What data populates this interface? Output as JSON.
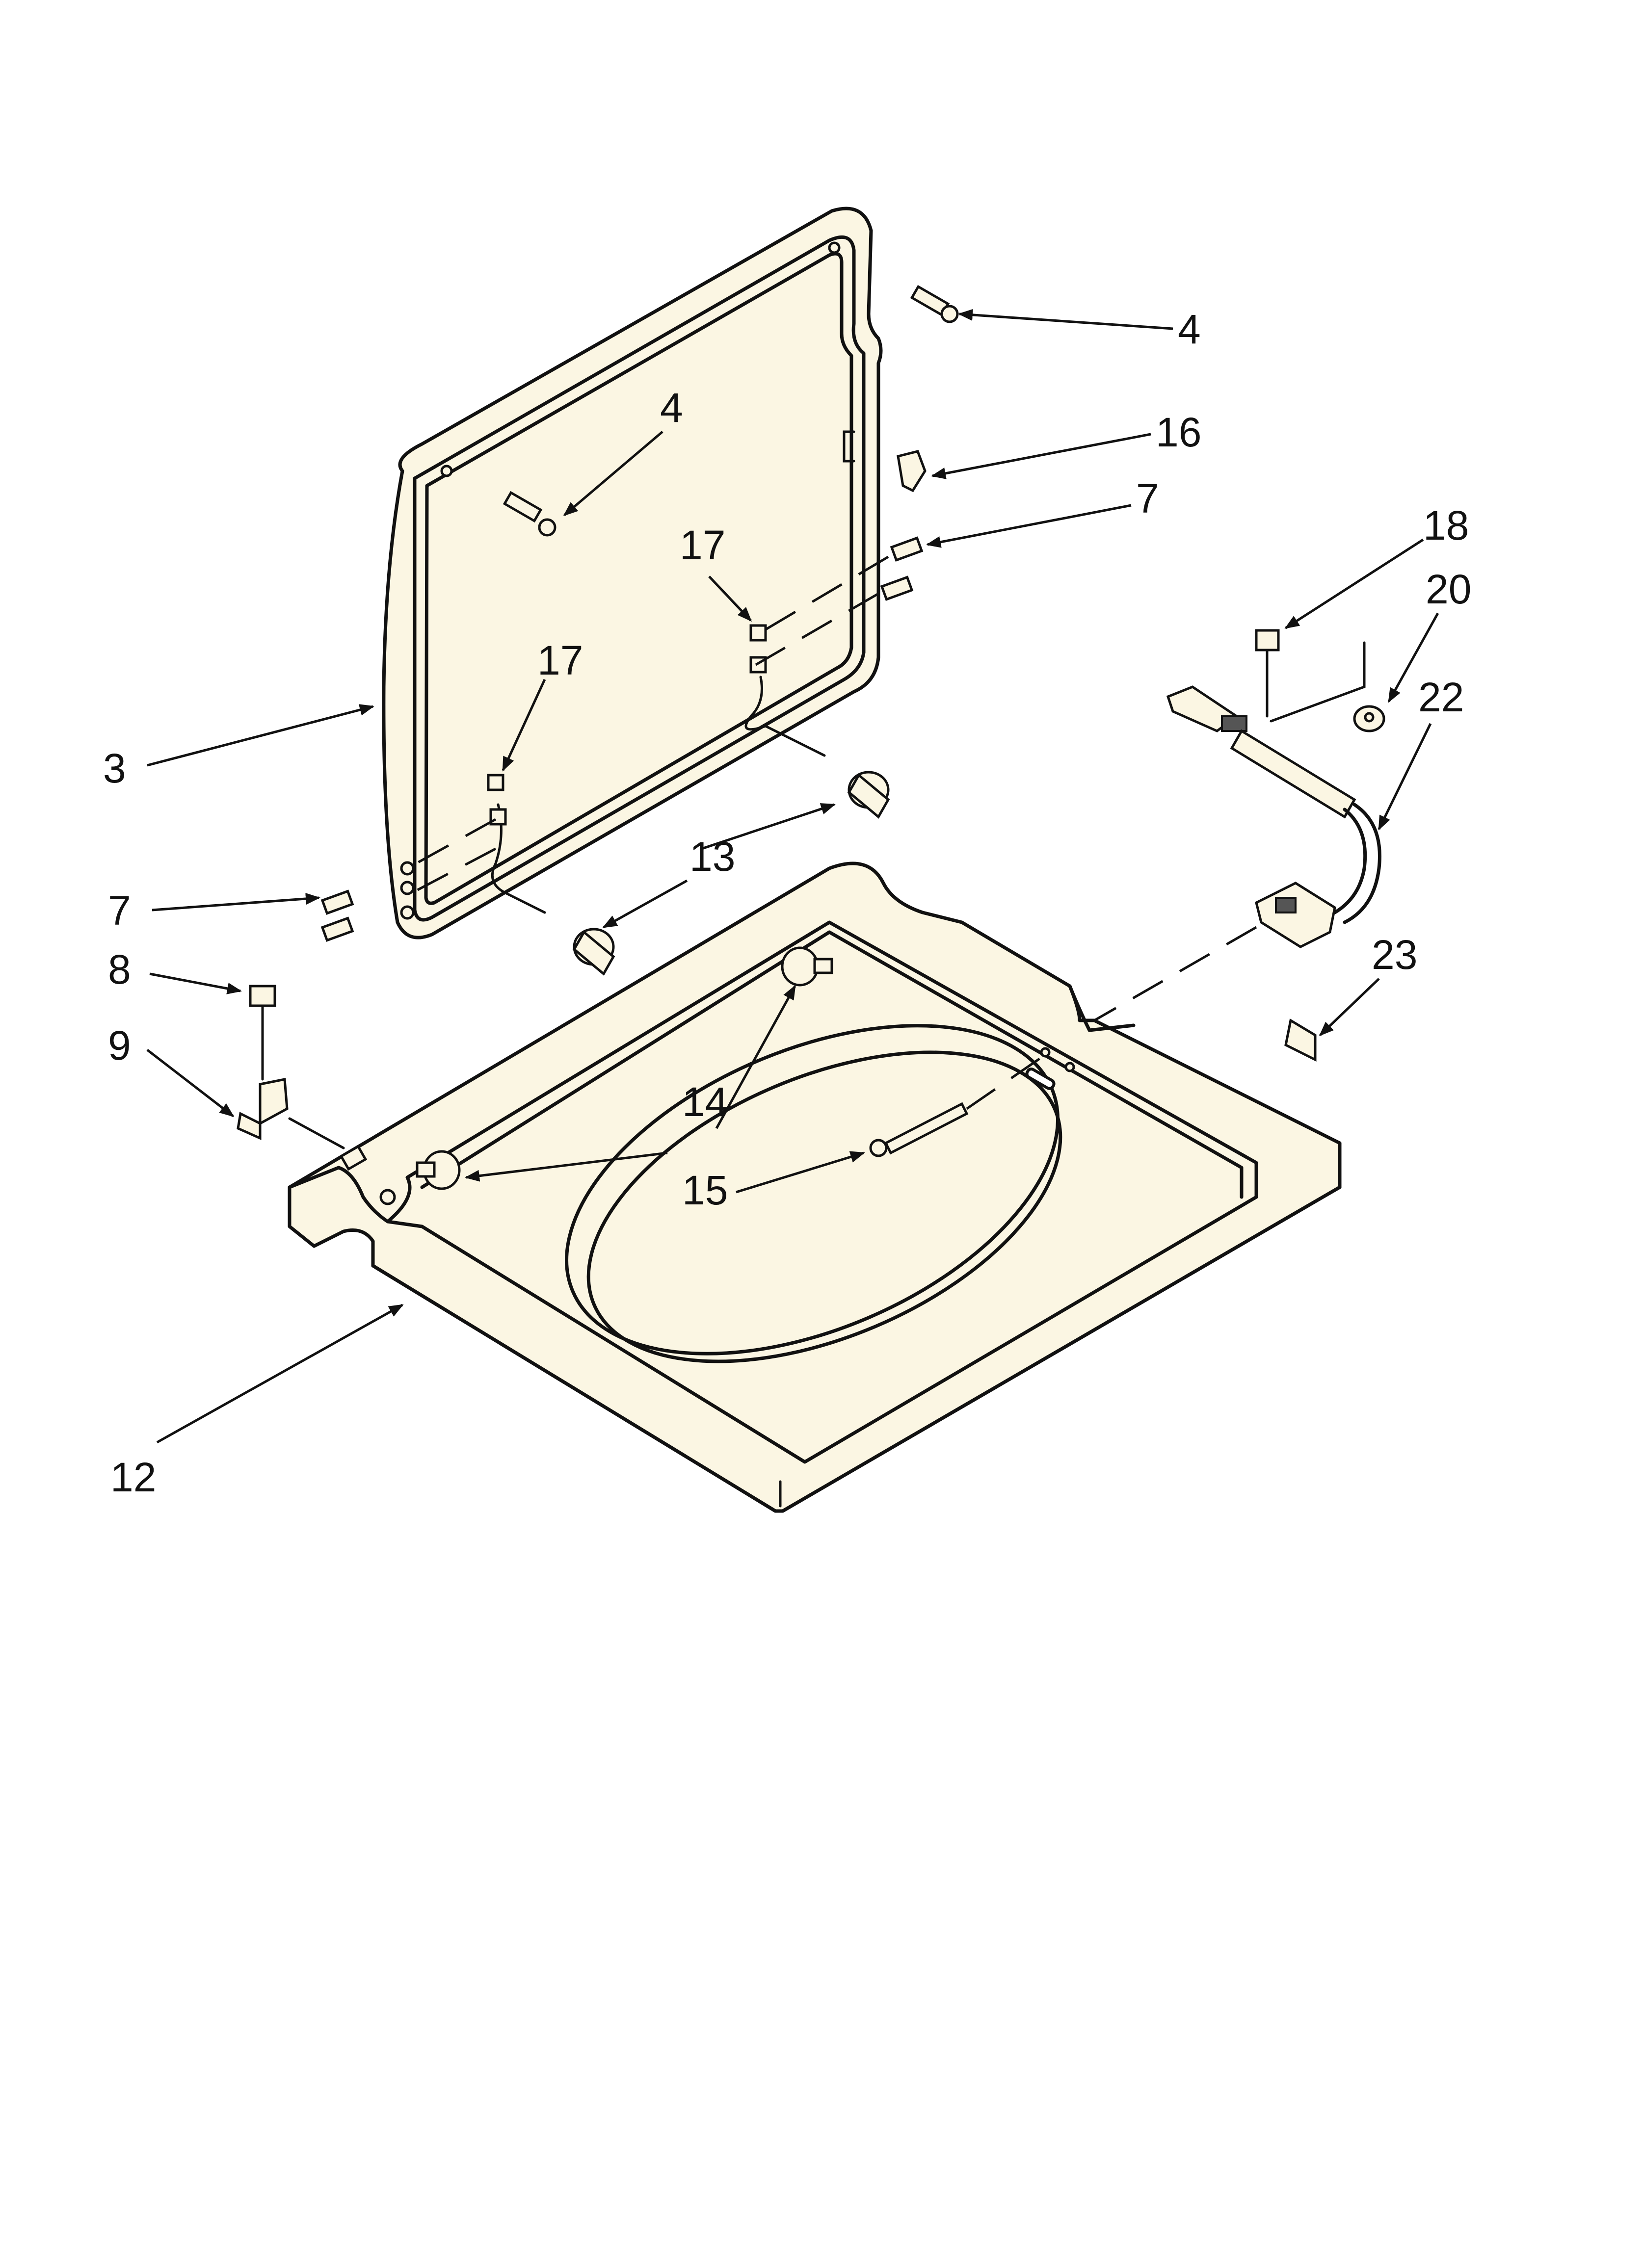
{
  "callouts": {
    "c3": "3",
    "c4a": "4",
    "c4b": "4",
    "c7a": "7",
    "c7b": "7",
    "c8": "8",
    "c9": "9",
    "c12": "12",
    "c13": "13",
    "c14": "14",
    "c15": "15",
    "c16": "16",
    "c17a": "17",
    "c17b": "17",
    "c18": "18",
    "c20": "20",
    "c22": "22",
    "c23": "23"
  },
  "colors": {
    "part_fill": "#fbf6e3",
    "line": "#111111"
  }
}
